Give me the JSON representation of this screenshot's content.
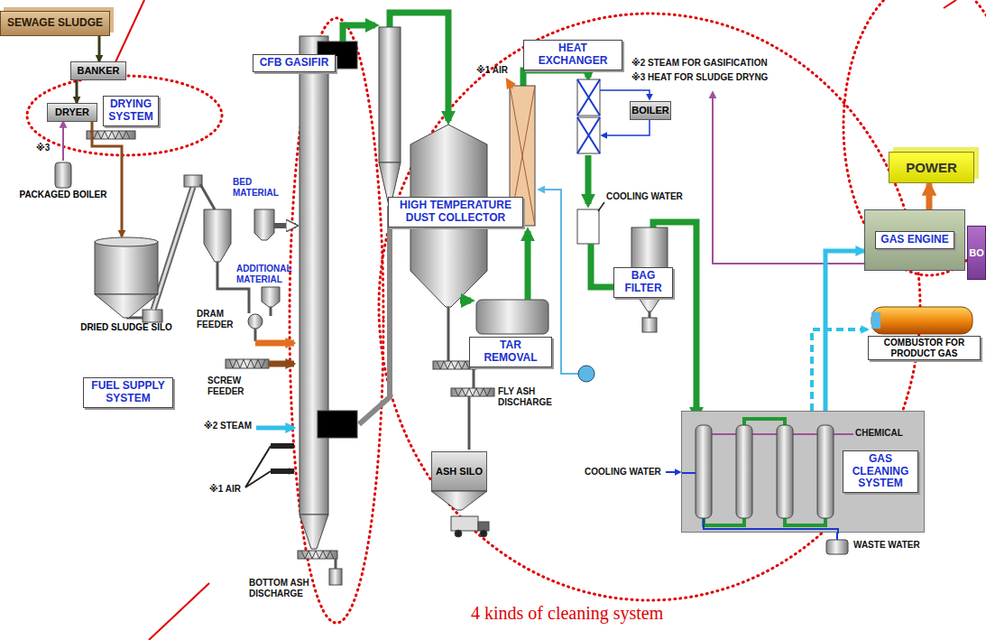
{
  "diagram": {
    "nodes": [
      {
        "text": [
          "SEWAGE SLUDGE"
        ]
      },
      {
        "text": [
          "BANKER"
        ]
      },
      {
        "text": [
          "DRYER"
        ]
      },
      {
        "text": [
          "DRYING SYSTEM"
        ]
      },
      {
        "text": [
          "PACKAGED BOILER"
        ]
      },
      {
        "text": [
          "DRIED SLUDGE SILO"
        ]
      },
      {
        "text": [
          "FUEL SUPPLY SYSTEM"
        ]
      },
      {
        "text": [
          "CFB GASIFIR"
        ]
      },
      {
        "text": [
          "HIGH TEMPERATURE DUST COLLECTOR"
        ]
      },
      {
        "text": [
          "TAR REMOVAL"
        ]
      },
      {
        "text": [
          "HEAT EXCHANGER"
        ]
      },
      {
        "text": [
          "BOILER"
        ]
      },
      {
        "text": [
          "BAG FILTER"
        ]
      },
      {
        "text": [
          "ASH SILO"
        ]
      },
      {
        "text": [
          "POWER"
        ]
      },
      {
        "text": [
          "GAS ENGINE"
        ]
      },
      {
        "text": [
          "BO"
        ]
      },
      {
        "text": [
          "COMBUSTOR FOR PRODUCT GAS"
        ]
      },
      {
        "text": [
          "GAS CLEANING SYSTEM"
        ]
      }
    ],
    "edges": [
      {
        "from": 0,
        "to": 1,
        "arrow": "to"
      },
      {
        "from": 1,
        "to": 2,
        "arrow": "to"
      },
      {
        "from": 4,
        "to": 2,
        "arrow": "to"
      },
      {
        "from": 2,
        "to": 5,
        "arrow": "to"
      },
      {
        "from": 15,
        "to": 14,
        "arrow": "to"
      },
      {
        "from": 18,
        "to": 15,
        "arrow": "to"
      },
      {
        "from": 18,
        "to": 17,
        "arrow": "to"
      }
    ],
    "labels": [
      "※1 AIR",
      "※2 STEAM FOR GASIFICATION",
      "※3 HEAT FOR SLUDGE DRYNG",
      "※3",
      "BED MATERIAL",
      "ADDITIONAL MATERIAL",
      "DRAM FEEDER",
      "SCREW FEEDER",
      "※2 STEAM",
      "※1 AIR",
      "BOTTOM ASH DISCHARGE",
      "FLY ASH DISCHARGE",
      "COOLING WATER",
      "COOLING WATER",
      "CHEMICAL",
      "WASTE WATER",
      "4 kinds of cleaning system"
    ]
  }
}
